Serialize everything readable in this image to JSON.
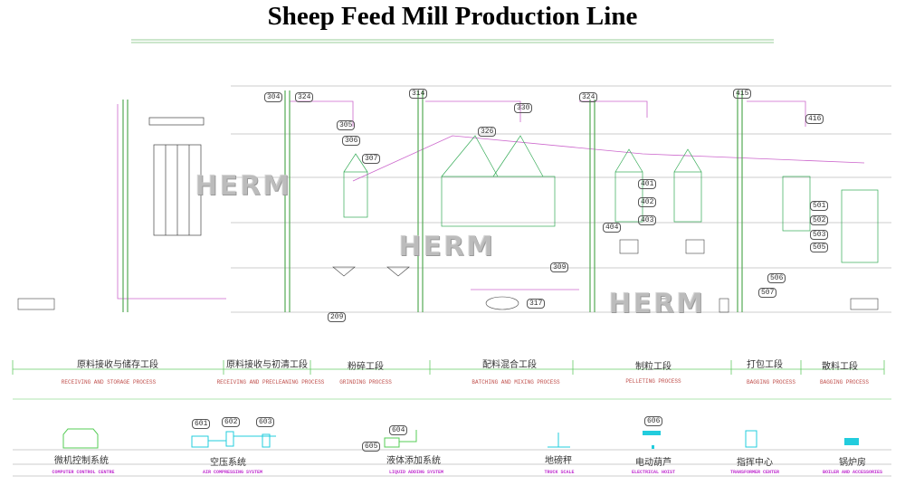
{
  "title": "Sheep Feed Mill Production Line",
  "watermark": "HERM",
  "sections": [
    {
      "cn": "原料接收与储存工段",
      "en": "RECEIVING AND STORAGE PROCESS"
    },
    {
      "cn": "原料接收与初清工段",
      "en": "RECEIVING AND PRECLEANING PROCESS"
    },
    {
      "cn": "粉碎工段",
      "en": "GRINDING PROCESS"
    },
    {
      "cn": "配料混合工段",
      "en": "BATCHING AND MIXING PROCESS"
    },
    {
      "cn": "制粒工段",
      "en": "PELLETING PROCESS"
    },
    {
      "cn": "打包工段",
      "en": "BAGGING PROCESS"
    },
    {
      "cn": "散料工段",
      "en": "BAGGING PROCESS"
    }
  ],
  "auxiliary": [
    {
      "cn": "微机控制系统",
      "en": "COMPUTER CONTROL CENTRE"
    },
    {
      "cn": "空压系统",
      "en": "AIR COMPRESSING SYSTEM",
      "tags": [
        "601",
        "602",
        "603"
      ]
    },
    {
      "cn": "液体添加系统",
      "en": "LIQUID ADDING SYSTEM",
      "tags": [
        "604",
        "605"
      ]
    },
    {
      "cn": "地磅秤",
      "en": "TRUCK SCALE"
    },
    {
      "cn": "电动葫芦",
      "en": "ELECTRICAL HOIST",
      "tags": [
        "606"
      ]
    },
    {
      "cn": "指挥中心",
      "en": "TRANSFORMER CENTER"
    },
    {
      "cn": "锅炉房",
      "en": "BOILER AND ACCESSORIES"
    }
  ],
  "equipment_tags": [
    "304",
    "324",
    "305",
    "306",
    "307",
    "314",
    "326",
    "330",
    "324",
    "415",
    "416",
    "401",
    "402",
    "403",
    "404",
    "501",
    "502",
    "503",
    "505",
    "506",
    "507",
    "209",
    "309",
    "317"
  ],
  "colors": {
    "section_line": "#66cc66",
    "process_label": "#c0504d",
    "aux_label": "#c030d0",
    "flow_line": "#cc66cc",
    "equipment": "#33cc66",
    "aux_equipment": "#22ccdd"
  }
}
